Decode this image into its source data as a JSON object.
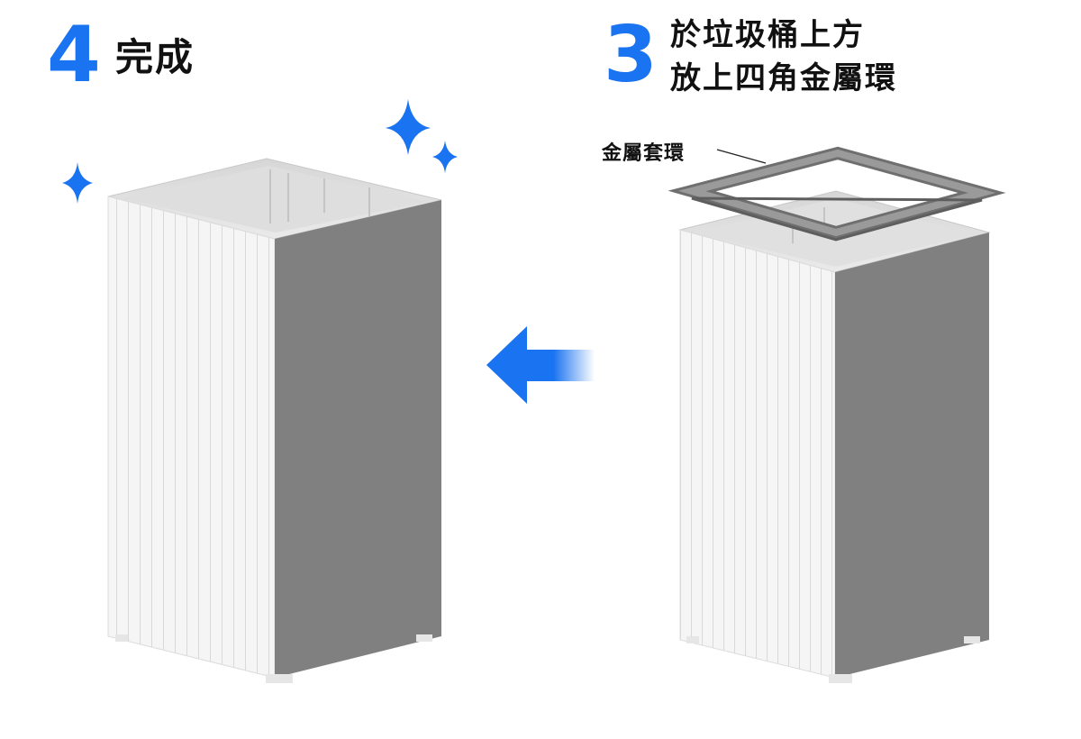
{
  "step_done": {
    "number": "4",
    "title": "完成"
  },
  "step_ring": {
    "number": "3",
    "title_line1": "於垃圾桶上方",
    "title_line2": "放上四角金屬環"
  },
  "callout": {
    "label": "金屬套環"
  },
  "colors": {
    "accent": "#1a73f0",
    "bin_front": "#f4f4f4",
    "bin_side": "#808080",
    "ring": "#8a8a8a"
  }
}
